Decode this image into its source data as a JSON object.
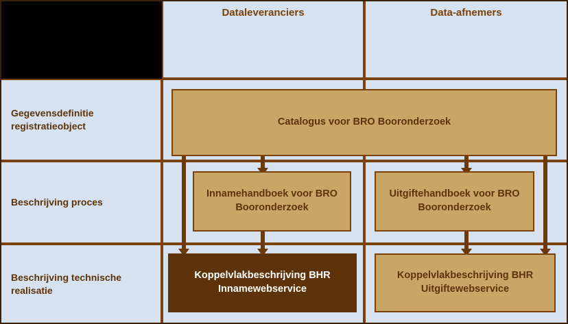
{
  "diagram": {
    "title_corner": "",
    "columns": [
      {
        "id": "col-row-labels",
        "label": ""
      },
      {
        "id": "col-dataleveranciers",
        "label": "Dataleveranciers"
      },
      {
        "id": "col-data-afnemers",
        "label": "Data-afnemers"
      }
    ],
    "rows": [
      {
        "id": "row-gegevensdefinitie",
        "label": "Gegevensdefinitie registratieobject"
      },
      {
        "id": "row-beschrijving-proces",
        "label": "Beschrijving proces"
      },
      {
        "id": "row-beschrijving-technische-realisatie",
        "label": "Beschrijving technische realisatie"
      }
    ],
    "boxes": [
      {
        "id": "box-catalogus",
        "label": "Catalogus voor BRO Booronderzoek",
        "style": "tan",
        "row": "row-gegevensdefinitie",
        "spans_columns": true
      },
      {
        "id": "box-innamehandboek",
        "label": "Innamehandboek voor BRO Booronderzoek",
        "style": "tan",
        "row": "row-beschrijving-proces",
        "column": "col-dataleveranciers"
      },
      {
        "id": "box-uitgiftehandboek",
        "label": "Uitgiftehandboek voor BRO Booronderzoek",
        "style": "tan",
        "row": "row-beschrijving-proces",
        "column": "col-data-afnemers"
      },
      {
        "id": "box-koppelvlak-inname",
        "label": "Koppelvlakbeschrijving BHR Innamewebservice",
        "style": "dark",
        "row": "row-beschrijving-technische-realisatie",
        "column": "col-dataleveranciers"
      },
      {
        "id": "box-koppelvlak-uitgifte",
        "label": "Koppelvlakbeschrijving BHR Uitgiftewebservice",
        "style": "tan",
        "row": "row-beschrijving-technische-realisatie",
        "column": "col-data-afnemers"
      }
    ],
    "connectors": [
      {
        "id": "connector-catalogus-to-koppelvlak-inname",
        "from": "box-catalogus",
        "to": "box-koppelvlak-inname"
      },
      {
        "id": "connector-catalogus-to-innamehandboek",
        "from": "box-catalogus",
        "to": "box-innamehandboek"
      },
      {
        "id": "connector-innamehandboek-to-koppelvlak-inname",
        "from": "box-innamehandboek",
        "to": "box-koppelvlak-inname"
      },
      {
        "id": "connector-catalogus-to-uitgiftehandboek",
        "from": "box-catalogus",
        "to": "box-uitgiftehandboek"
      },
      {
        "id": "connector-uitgiftehandboek-to-koppelvlak-uitgifte",
        "from": "box-uitgiftehandboek",
        "to": "box-koppelvlak-uitgifte"
      },
      {
        "id": "connector-catalogus-to-koppelvlak-uitgifte",
        "from": "box-catalogus",
        "to": "box-koppelvlak-uitgifte"
      }
    ],
    "colors": {
      "cell_background": "#D6E2EF",
      "box_tan": "#C9A667",
      "box_dark": "#5E3309",
      "border": "#7A4208",
      "connector": "#6B3A08",
      "text_brown": "#5E3309",
      "text_light": "#FFFFFF",
      "corner_black": "#000000"
    }
  }
}
